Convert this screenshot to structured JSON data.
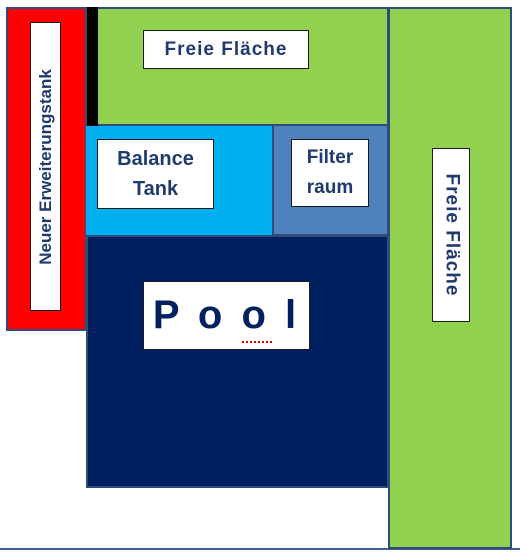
{
  "regions": {
    "expansion_tank": {
      "label": "Neuer Erweiterungstank",
      "color": "#ff0000"
    },
    "free_area_top": {
      "label": "Freie Fläche",
      "color": "#92d050"
    },
    "balance_tank": {
      "label_line1": "Balance",
      "label_line2": "Tank",
      "color": "#00b0f0"
    },
    "filter_room": {
      "label_line1": "Filter",
      "label_line2": "raum",
      "color": "#4f81bd"
    },
    "pool": {
      "label": "P o o l",
      "color": "#002060"
    },
    "free_area_right": {
      "label": "Freie Fläche",
      "color": "#92d050"
    }
  },
  "colors": {
    "border": "#2e4d7a",
    "label_text": "#1f3a6e",
    "pool_text": "#002060",
    "divider": "#000000",
    "spellcheck": "#d00000"
  }
}
